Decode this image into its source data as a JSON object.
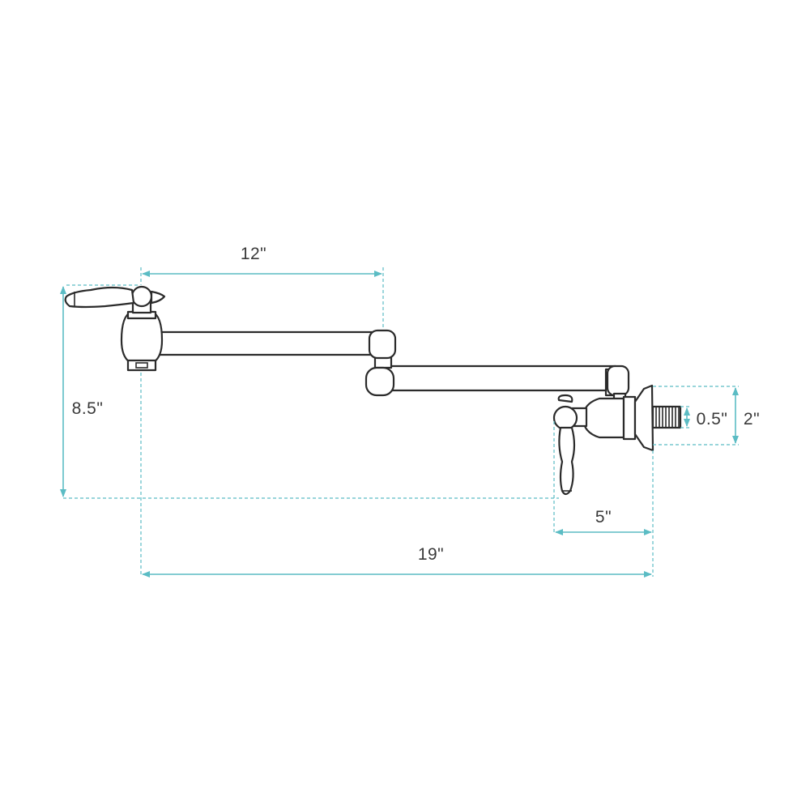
{
  "colors": {
    "dimension": "#5bbcc4",
    "outline": "#2b2b2b",
    "background": "#ffffff"
  },
  "dimensions": {
    "arm_length": "12\"",
    "height": "8.5\"",
    "wall_to_valve": "5\"",
    "total_reach": "19\"",
    "pipe_thread": "0.5\"",
    "flange": "2\""
  }
}
